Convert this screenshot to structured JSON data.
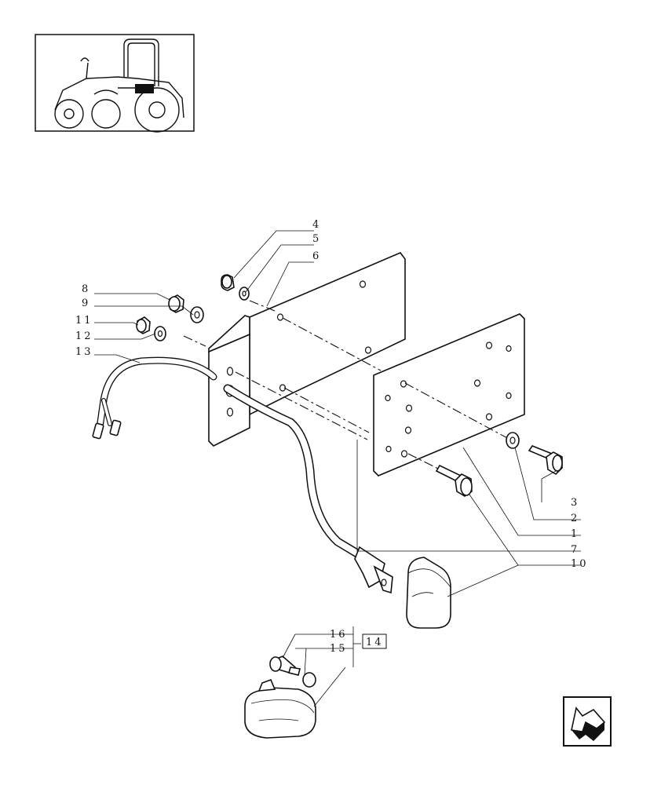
{
  "callouts": {
    "c1": "1",
    "c2": "2",
    "c3": "3",
    "c4": "4",
    "c5": "5",
    "c6": "6",
    "c7": "7",
    "c8": "8",
    "c9": "9",
    "c10": "10",
    "c11": "11",
    "c12": "12",
    "c13": "13",
    "c14": "14",
    "c15": "15",
    "c16": "16"
  },
  "nav_icon": "next-page-arrow-icon",
  "thumbnail_icon": "tractor-locator-icon"
}
